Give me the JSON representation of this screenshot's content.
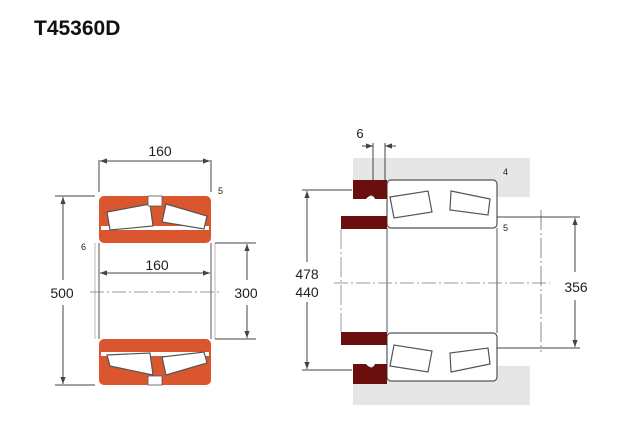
{
  "title": "T45360D",
  "left_view": {
    "width_outer": "160",
    "width_inner": "160",
    "outer_diameter": "500",
    "bore": "300",
    "note_5": "5",
    "note_6": "6"
  },
  "right_view": {
    "spacer_width": "6",
    "housing_dia_1": "478",
    "housing_dia_2": "440",
    "shaft_dia": "356",
    "note_4": "4",
    "note_5": "5"
  },
  "colors": {
    "bearing": "#d9562e",
    "spacer": "#6b0e0e",
    "housing": "#e6e6e6"
  }
}
